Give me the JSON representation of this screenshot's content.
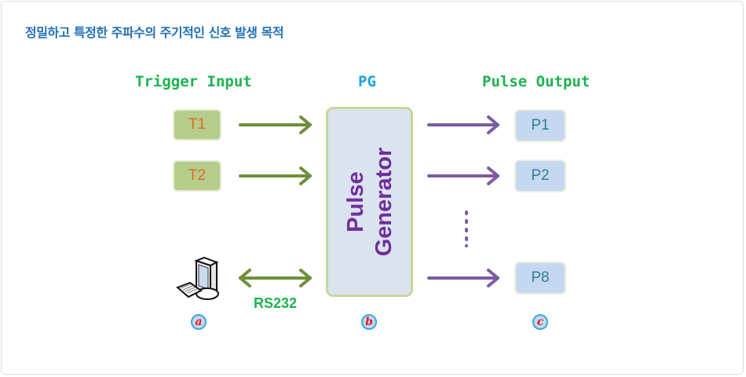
{
  "title": "정밀하고 특정한 주파수의 주기적인 신호 발생 목적",
  "headers": {
    "trigger": "Trigger Input",
    "pg": "PG",
    "output": "Pulse Output"
  },
  "triggers": [
    {
      "label": "T1"
    },
    {
      "label": "T2"
    }
  ],
  "generator": {
    "line1": "Pulse",
    "line2": "Generator"
  },
  "outputs": [
    {
      "label": "P1"
    },
    {
      "label": "P2"
    },
    {
      "label": "P8"
    }
  ],
  "link_label": "RS232",
  "badges": {
    "a": "a",
    "b": "b",
    "c": "c"
  },
  "icons": {
    "computer": "computer-icon",
    "ellipsis": "vertical-ellipsis"
  },
  "colors": {
    "title": "#1f6fb5",
    "header_green": "#1db34e",
    "header_pg": "#1aa3e0",
    "trigger_arrow": "#6f8f3a",
    "output_arrow": "#7b5ca3",
    "generator_text": "#6e2e9c"
  }
}
